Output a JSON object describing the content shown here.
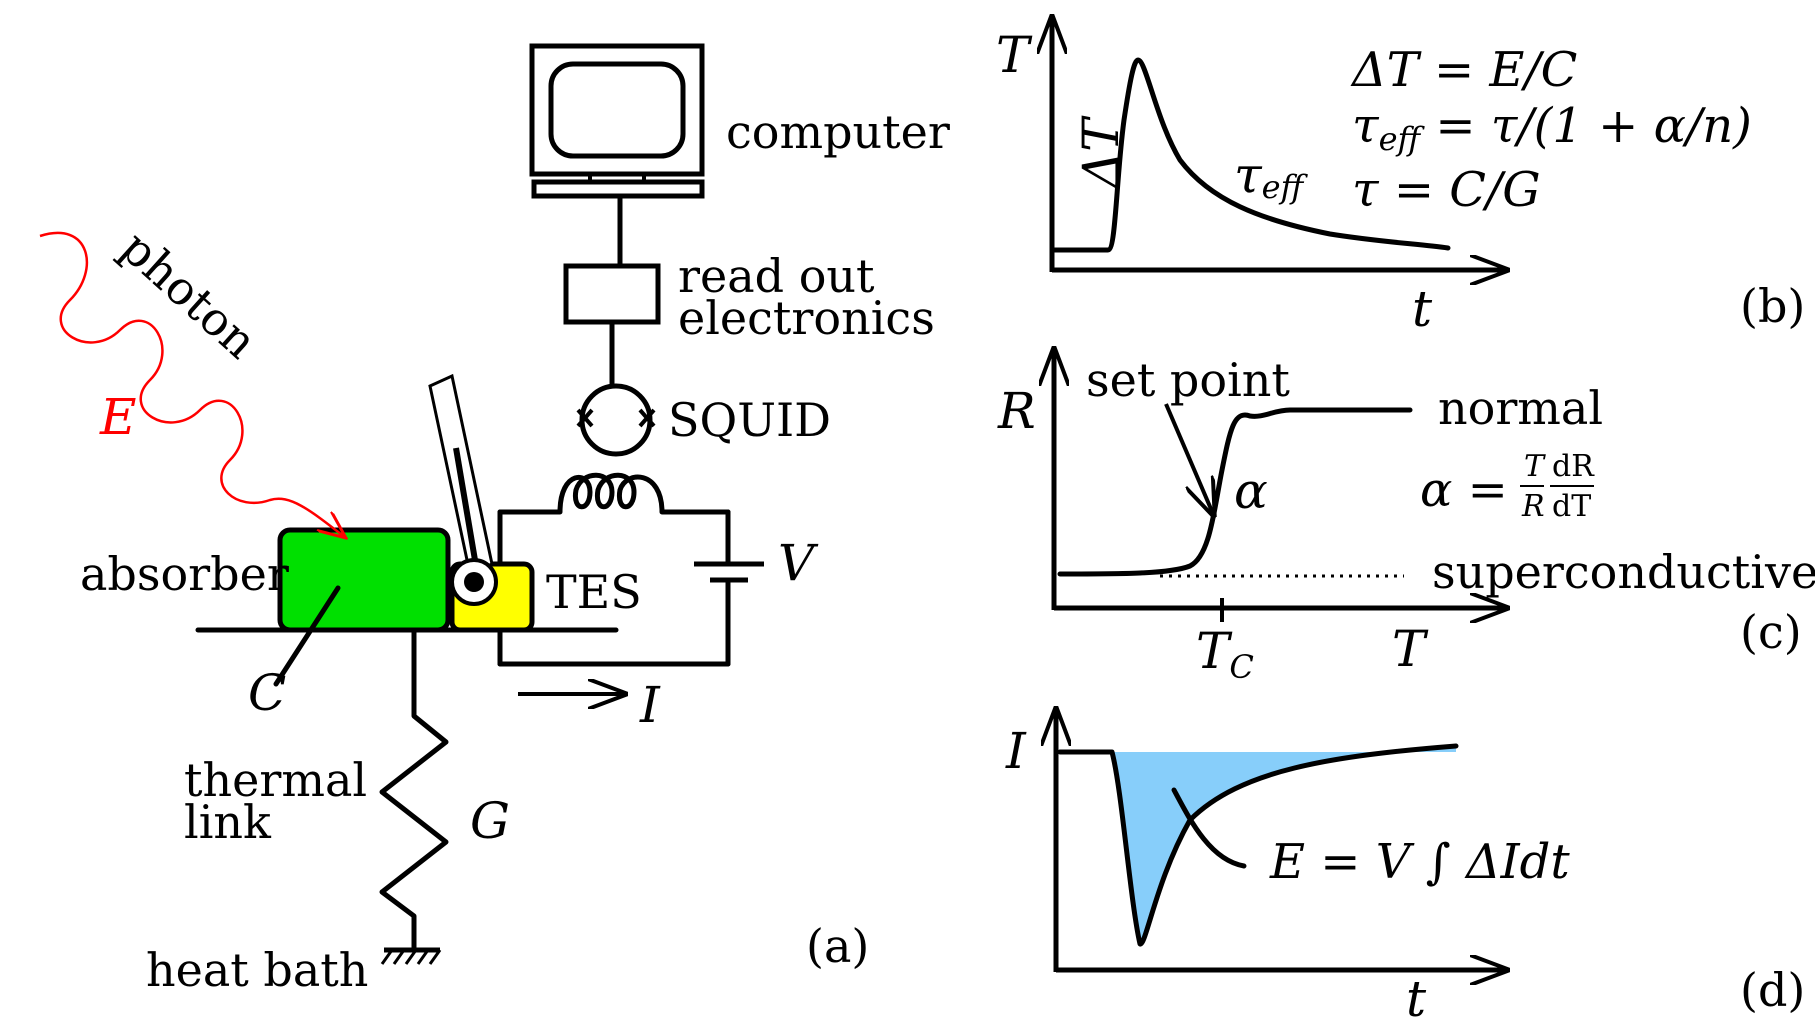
{
  "panels": {
    "a": {
      "tag": "(a)",
      "computer": "computer",
      "readout_line1": "read out",
      "readout_line2": "electronics",
      "squid": "SQUID",
      "photon": "photon",
      "energy": "E",
      "absorber": "absorber",
      "tes": "TES",
      "voltage": "V",
      "current": "I",
      "capacity": "C",
      "link_line1": "thermal",
      "link_line2": "link",
      "conductance": "G",
      "bath": "heat bath"
    },
    "b": {
      "tag": "(b)",
      "y_axis": "T",
      "x_axis": "t",
      "pulse_label": "ΔT",
      "tau_label": "τ",
      "tau_sub": "eff",
      "eq1": "ΔT = E/C",
      "eq2_lhs": "τ",
      "eq2_sub": "eff",
      "eq2_rhs": " = τ/(1 + α/n)",
      "eq3": "τ = C/G"
    },
    "c": {
      "tag": "(c)",
      "y_axis": "R",
      "x_axis": "T",
      "set_point": "set point",
      "alpha": "α",
      "normal": "normal",
      "alpha_eq_lhs": "α =",
      "frac1_num": "T",
      "frac1_den": "R",
      "frac2_num": "dR",
      "frac2_den": "dT",
      "superconductive": "superconductive",
      "tc": "T",
      "tc_sub": "C"
    },
    "d": {
      "tag": "(d)",
      "y_axis": "I",
      "x_axis": "t",
      "eq": "E = V ∫ ΔIdt"
    }
  },
  "colors": {
    "photon": "#ff0000",
    "absorber": "#00e000",
    "tes": "#ffff00",
    "pulse_fill": "#87cefa"
  }
}
